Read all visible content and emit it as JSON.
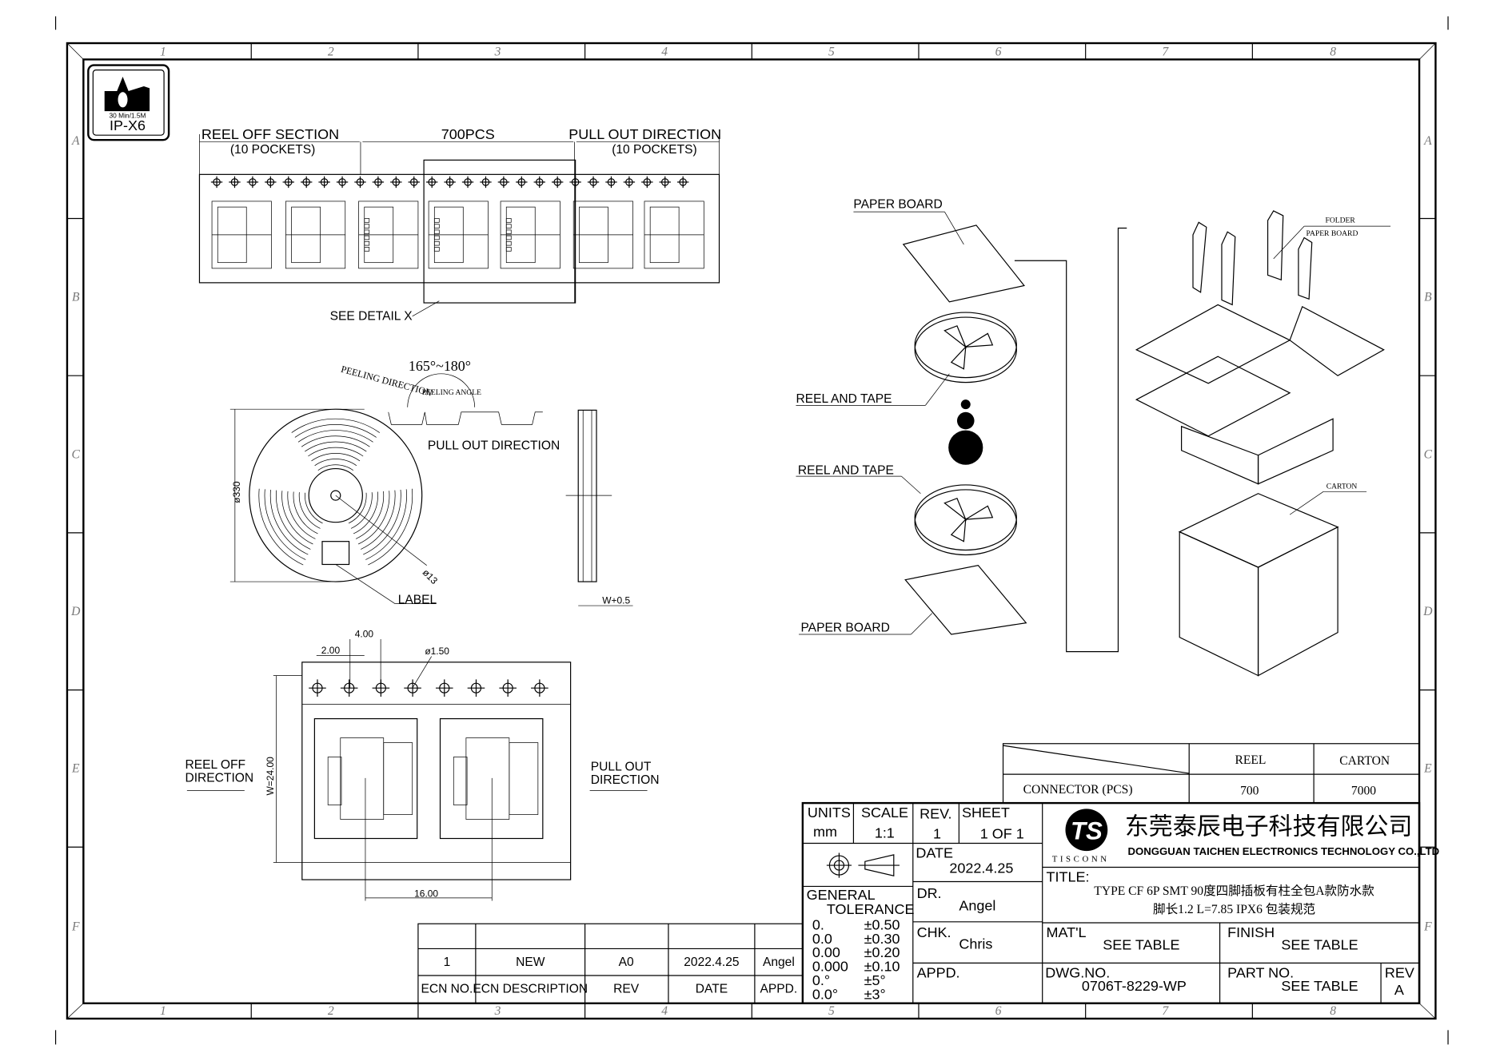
{
  "grid": {
    "columns": [
      "1",
      "2",
      "3",
      "4",
      "5",
      "6",
      "7",
      "8"
    ],
    "rows": [
      "A",
      "B",
      "C",
      "D",
      "E",
      "F"
    ]
  },
  "ip_badge": {
    "spec": "30 Min/1.5M",
    "rating": "IP-X6"
  },
  "tape": {
    "reel_off_section": "REEL  OFF  SECTION",
    "reel_off_pockets": "(10 POCKETS)",
    "quantity": "700PCS",
    "pull_out_direction": "PULL  OUT  DIRECTION",
    "pull_out_pockets": "(10 POCKETS)",
    "see_detail": "SEE  DETAIL  X"
  },
  "reel": {
    "peeling_direction": "PEELING DIRECTION",
    "angle": "165°~180°",
    "peeling_angle": "PEELING ANGLE",
    "pull_out_direction": "PULL  OUT  DIRECTION",
    "diameter": "ø330",
    "hub": "ø13",
    "label": "LABEL",
    "width": "W+0.5"
  },
  "detail": {
    "dim_pitch": "4.00",
    "dim_offset": "2.00",
    "dim_hole": "ø1.50",
    "dim_width": "W=24.00",
    "dim_pocket": "16.00",
    "reel_off": [
      "REEL  OFF",
      "DIRECTION"
    ],
    "pull_out": [
      "PULL  OUT",
      "DIRECTION"
    ]
  },
  "assembly": {
    "paper_board_top": "PAPER  BOARD",
    "reel_and_tape_1": "REEL  AND  TAPE",
    "reel_and_tape_2": "REEL  AND  TAPE",
    "paper_board_bottom": "PAPER  BOARD",
    "folder": "FOLDER",
    "folder_paper_board": "PAPER BOARD",
    "carton": "CARTON"
  },
  "packing_table": {
    "headers": [
      "REEL",
      "CARTON"
    ],
    "row_label": "CONNECTOR  (PCS)",
    "values": [
      "700",
      "7000"
    ]
  },
  "title_block": {
    "units_label": "UNITS",
    "units": "mm",
    "scale_label": "SCALE",
    "scale": "1:1",
    "rev_label": "REV.",
    "rev": "1",
    "sheet_label": "SHEET",
    "sheet": "1 OF 1",
    "date_label": "DATE",
    "date": "2022.4.25",
    "dr_label": "DR.",
    "dr": "Angel",
    "chk_label": "CHK.",
    "chk": "Chris",
    "appd_label": "APPD.",
    "tolerance_title": [
      "GENERAL",
      "TOLERANCE"
    ],
    "tolerances": [
      {
        "k": "0.",
        "v": "±0.50"
      },
      {
        "k": "0.0",
        "v": "±0.30"
      },
      {
        "k": "0.00",
        "v": "±0.20"
      },
      {
        "k": "0.000",
        "v": "±0.10"
      },
      {
        "k": "0.°",
        "v": "±5°"
      },
      {
        "k": "0.0°",
        "v": "±3°"
      }
    ],
    "company_cn": "东莞泰辰电子科技有限公司",
    "company_en": "DONGGUAN  TAICHEN  ELECTRONICS  TECHNOLOGY  CO.,LTD",
    "logo_text": "TISCONN",
    "title_label": "TITLE:",
    "title_line1": "TYPE  CF  6P  SMT  90度四脚插板有柱全包A款防水款",
    "title_line2": "脚长1.2  L=7.85  IPX6  包装规范",
    "matl_label": "MAT'L",
    "matl": "SEE  TABLE",
    "finish_label": "FINISH",
    "finish": "SEE  TABLE",
    "dwg_label": "DWG.NO.",
    "dwg": "0706T-8229-WP",
    "part_label": "PART NO.",
    "part": "SEE  TABLE",
    "rev2_label": "REV",
    "rev2": "A"
  },
  "ecn_table": {
    "row": [
      "1",
      "NEW",
      "A0",
      "2022.4.25",
      "Angel"
    ],
    "headers": [
      "ECN  NO.",
      "ECN    DESCRIPTION",
      "REV",
      "DATE",
      "APPD."
    ]
  }
}
